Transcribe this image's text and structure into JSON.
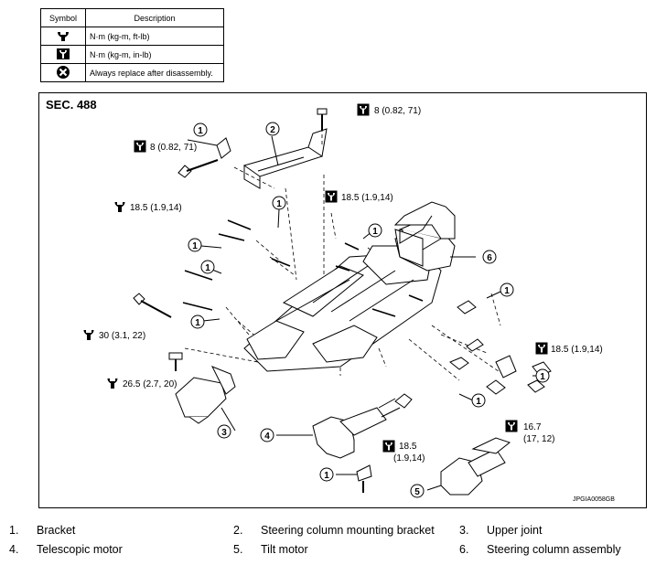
{
  "symbol_table": {
    "header_symbol": "Symbol",
    "header_description": "Description",
    "rows": [
      {
        "icon": "torque-wrench-icon",
        "description": "N·m (kg-m, ft-lb)"
      },
      {
        "icon": "torque-wrench-filled-icon",
        "description": "N·m (kg-m, in-lb)"
      },
      {
        "icon": "always-replace-icon",
        "description": "Always replace after disassembly."
      }
    ]
  },
  "diagram": {
    "section": "SEC. 488",
    "code": "JPGIA0058GB",
    "torques": {
      "t1": "8 (0.82, 71)",
      "t2": "8 (0.82, 71)",
      "t3": "18.5 (1.9,14)",
      "t4": "18.5 (1.9,14)",
      "t5": "30 (3.1, 22)",
      "t6": "26.5 (2.7, 20)",
      "t7": "18.5 (1.9,14)",
      "t8_line1": "16.7",
      "t8_line2": "(17, 12)",
      "t9_line1": "18.5",
      "t9_line2": "(1.9,14)"
    },
    "callouts": {
      "one": "1",
      "two": "2",
      "three": "3",
      "four": "4",
      "five": "5",
      "six": "6"
    }
  },
  "legend": [
    {
      "num": "1.",
      "label": "Bracket"
    },
    {
      "num": "2.",
      "label": "Steering column mounting bracket"
    },
    {
      "num": "3.",
      "label": "Upper joint"
    },
    {
      "num": "4.",
      "label": "Telescopic motor"
    },
    {
      "num": "5.",
      "label": "Tilt motor"
    },
    {
      "num": "6.",
      "label": "Steering column assembly"
    }
  ]
}
